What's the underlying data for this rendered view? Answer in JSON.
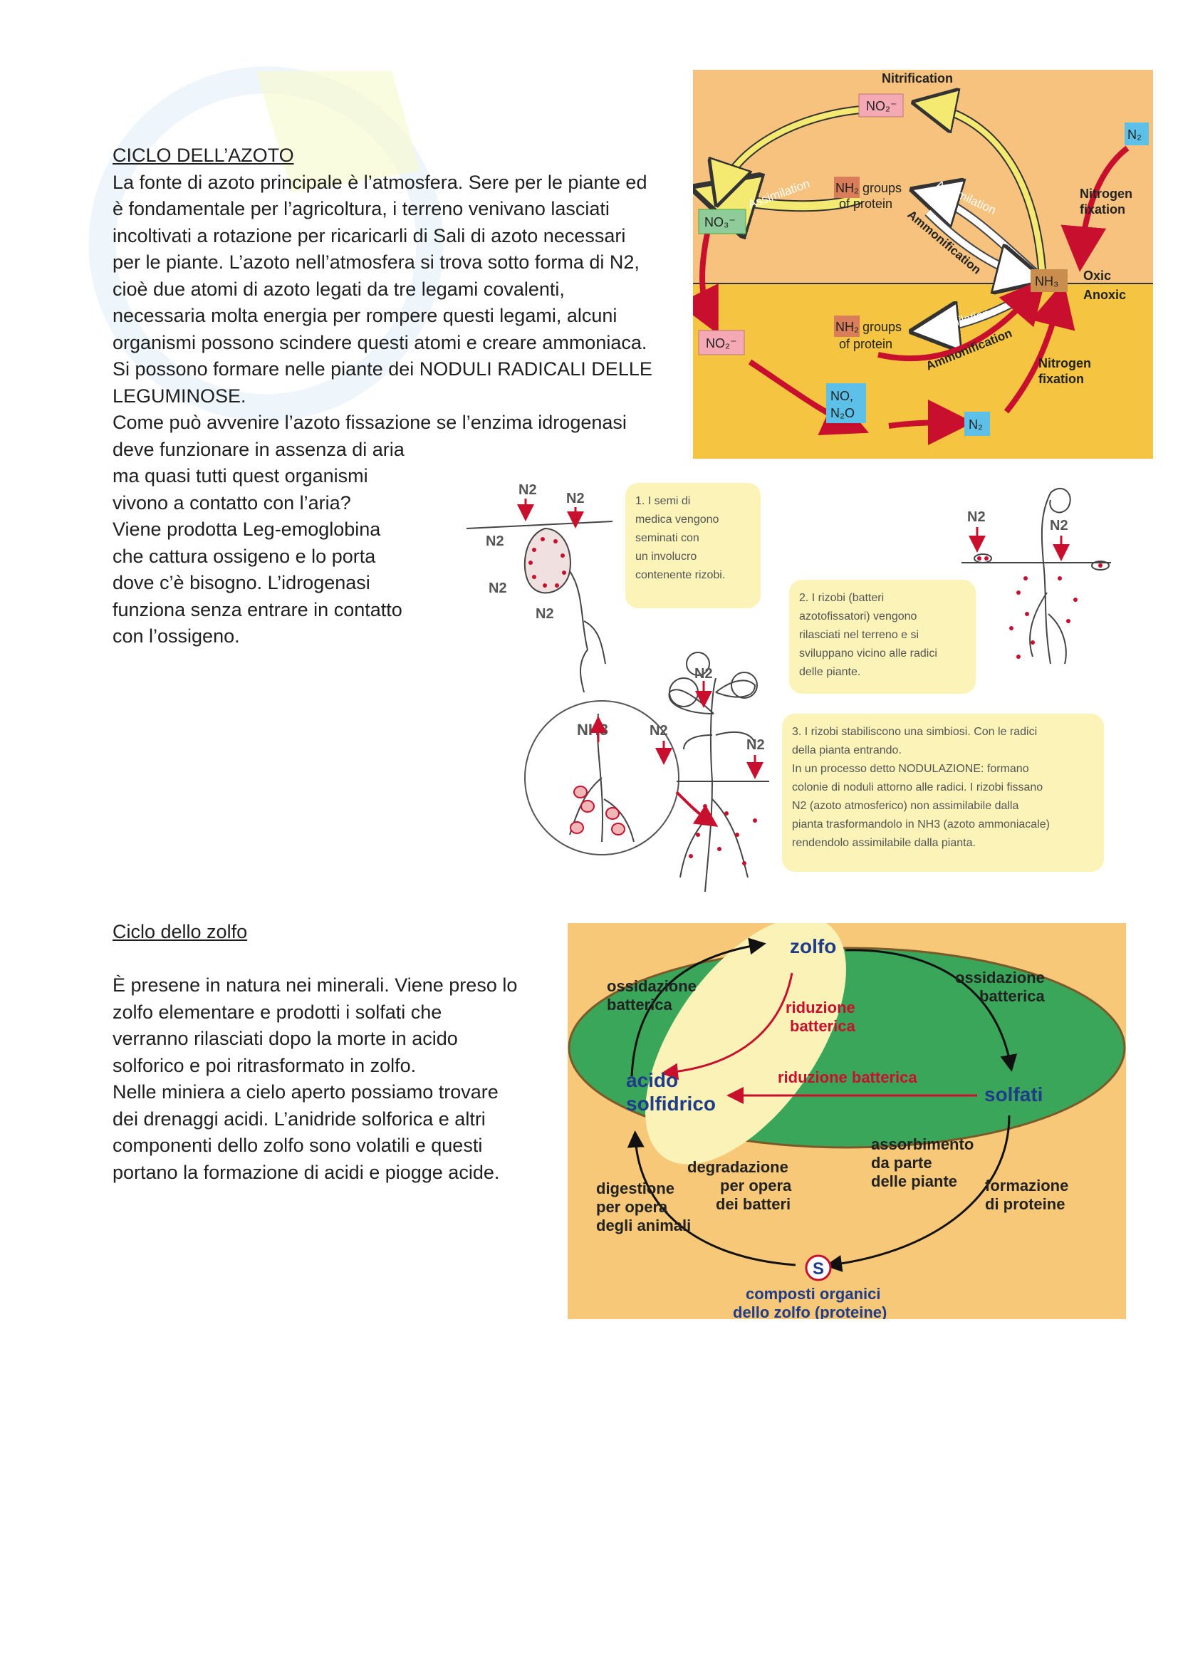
{
  "nitrogen": {
    "title": "CICLO DELL’AZOTO",
    "paragraph_lines": [
      "La fonte di azoto principale è l’atmosfera. Sere per le piante ed",
      "è fondamentale per l’agricoltura, i terreno venivano lasciati",
      "incoltivati a rotazione per ricaricarli di Sali di azoto necessari",
      "per le piante. L’azoto nell’atmosfera si trova sotto forma di N2,",
      "cioè due atomi di azoto legati da tre legami covalenti,",
      "necessaria molta energia per rompere questi legami, alcuni",
      "organismi possono scindere questi atomi e creare ammoniaca.",
      "Si possono formare nelle piante dei NODULI RADICALI DELLE",
      "LEGUMINOSE.",
      "Come può avvenire l’azoto fissazione se l’enzima idrogenasi",
      "deve funzionare in assenza di aria",
      "ma quasi tutti quest organismi",
      "vivono a contatto con l’aria?",
      "Viene prodotta Leg-emoglobina",
      "che cattura ossigeno e lo porta",
      "dove c’è bisogno. L’idrogenasi",
      "funziona senza entrare in contatto",
      "con l’ossigeno."
    ],
    "diagram": {
      "nitrification": "Nitrification",
      "no2_top": "NO₂⁻",
      "n2_right": "N₂",
      "nitrogen_fixation_1": "Nitrogen",
      "nitrogen_fixation_1b": "fixation",
      "no3": "NO₃⁻",
      "assimilation_left": "Assimilation",
      "nh2_groups_top": "NH₂ groups",
      "of_protein_top": "of protein",
      "assimilation_top_right": "Assimilation",
      "ammonification_top": "Ammonification",
      "nh3": "NH₃",
      "oxic": "Oxic",
      "anoxic": "Anoxic",
      "no2_left": "NO₂⁻",
      "nh2_groups_bottom": "NH₂ groups",
      "of_protein_bottom": "of protein",
      "assimilation_bottom": "Assimilation",
      "ammonification_bottom": "Ammonification",
      "nitrogen_fixation_2": "Nitrogen",
      "nitrogen_fixation_2b": "fixation",
      "no_n2o_1": "NO,",
      "no_n2o_2": "N₂O",
      "n2_bottom": "N₂",
      "colors": {
        "oxic": "#f7c27e",
        "anoxic": "#f5c542",
        "red_arrow": "#c8102e",
        "yellow_arrow": "#f2e56b"
      }
    },
    "rhizobia": {
      "step1": [
        "1. I semi di",
        "medica vengono",
        "seminati con",
        "un involucro",
        "contenente rizobi."
      ],
      "step2": [
        "2. I rizobi (batteri",
        "azotofissatori) vengono",
        "rilasciati nel terreno e si",
        "sviluppano vicino alle radici",
        "delle piante."
      ],
      "step3": [
        "3. I rizobi stabiliscono una simbiosi. Con le radici",
        "della pianta entrando.",
        "In un processo detto NODULAZIONE: formano",
        "colonie di noduli attorno alle radici. I rizobi fissano",
        "N2 (azoto atmosferico) non assimilabile dalla",
        "pianta trasformandolo in NH3 (azoto ammoniacale)",
        "rendendolo assimilabile dalla pianta."
      ],
      "n2": "N2",
      "nh3": "NH3"
    }
  },
  "sulfur": {
    "title": "Ciclo dello zolfo",
    "paragraph_lines": [
      "È presene in natura nei minerali. Viene preso lo",
      "zolfo elementare e prodotti i solfati che",
      "verranno rilasciati dopo la morte in acido",
      "solforico e poi ritrasformato in zolfo.",
      "Nelle miniera a cielo aperto possiamo trovare",
      "dei drenaggi acidi. L’anidride solforica e altri",
      "componenti dello zolfo sono volatili e questi",
      "portano la formazione di acidi e piogge acide."
    ],
    "diagram": {
      "zolfo": "zolfo",
      "ossidazione_left_1": "ossidazione",
      "ossidazione_left_2": "batterica",
      "ossidazione_right_1": "ossidazione",
      "ossidazione_right_2": "batterica",
      "riduzione_1": "riduzione",
      "riduzione_2": "batterica",
      "acido_1": "acido",
      "acido_2": "solfidrico",
      "riduzione_batterica": "riduzione batterica",
      "solfati": "solfati",
      "assorbimento_1": "assorbimento",
      "assorbimento_2": "da parte",
      "assorbimento_3": "delle piante",
      "formazione_1": "formazione",
      "formazione_2": "di proteine",
      "degradazione_1": "degradazione",
      "degradazione_2": "per opera",
      "degradazione_3": "dei batteri",
      "digestione_1": "digestione",
      "digestione_2": "per opera",
      "digestione_3": "degli animali",
      "s": "S",
      "composti_1": "composti organici",
      "composti_2": "dello zolfo (proteine)",
      "colors": {
        "background": "#f8c879",
        "ellipse": "#3aa65a",
        "highlight": "#fbf2b7",
        "text_blue": "#1f3c8a",
        "text_red": "#c8102e"
      }
    }
  }
}
